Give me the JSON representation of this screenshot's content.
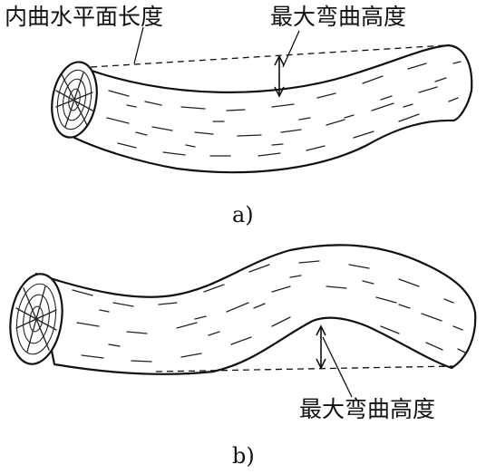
{
  "figure_a": {
    "label_inner_length": "内曲水平面长度",
    "label_max_bend": "最大弯曲高度",
    "caption": "a)"
  },
  "figure_b": {
    "label_max_bend": "最大弯曲高度",
    "caption": "b)"
  }
}
